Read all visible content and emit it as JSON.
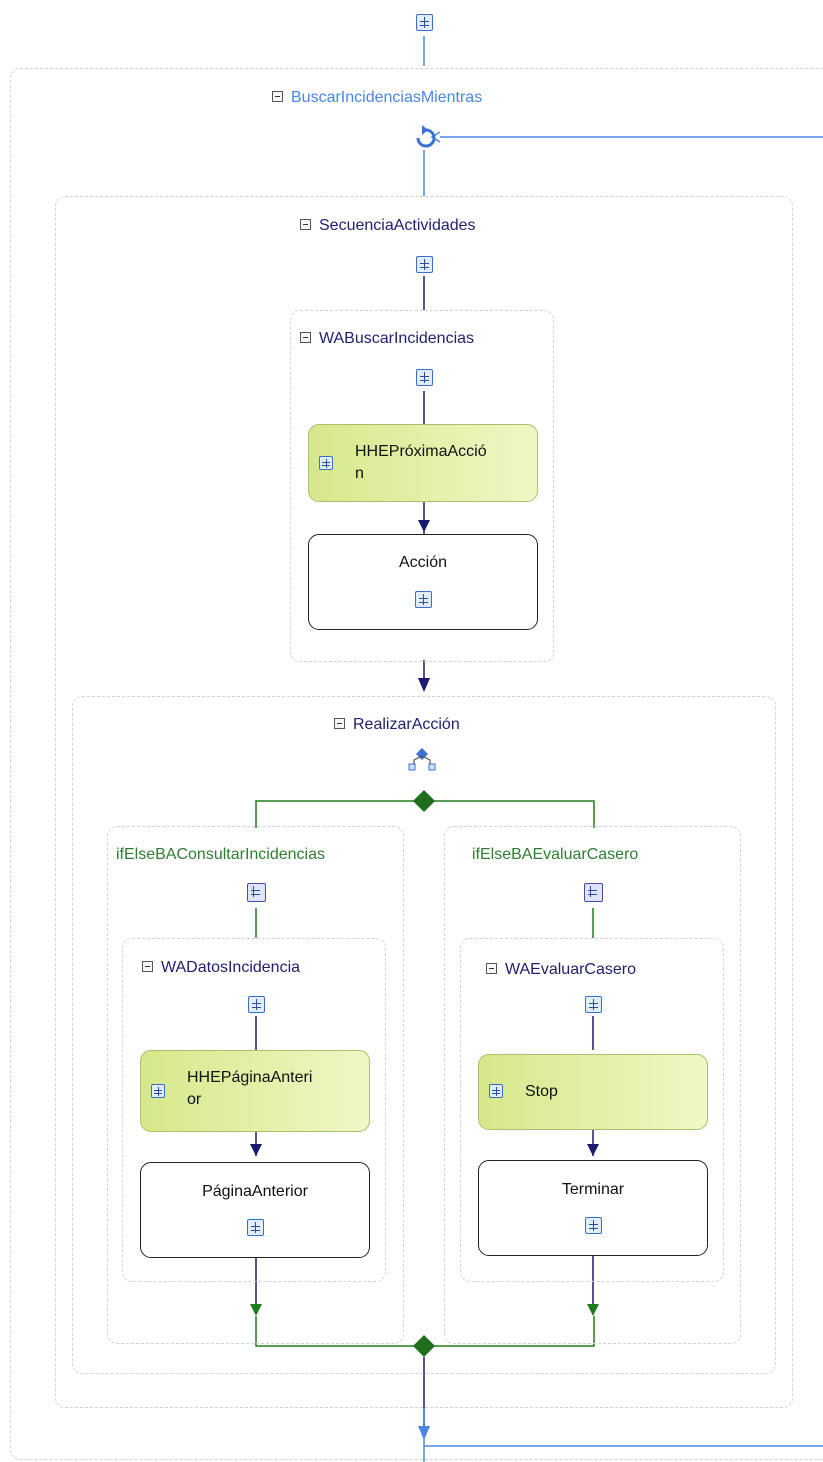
{
  "outer": {
    "title": "BuscarIncidenciasMientras"
  },
  "sequence": {
    "title": "SecuenciaActividades"
  },
  "listen": {
    "title": "WABuscarIncidencias",
    "handler_label_line1": "HHEPróximaAcció",
    "handler_label_line2": "n",
    "action_label": "Acción"
  },
  "ifelse": {
    "title": "RealizarAcción",
    "left_branch": {
      "title": "ifElseBAConsultarIncidencias",
      "inner_title": "WADatosIncidencia",
      "handler_label_line1": "HHEPáginaAnteri",
      "handler_label_line2": "or",
      "action_label": "PáginaAnterior"
    },
    "right_branch": {
      "title": "ifElseBAEvaluarCasero",
      "inner_title": "WAEvaluarCasero",
      "handler_label": "Stop",
      "action_label": "Terminar"
    }
  },
  "colors": {
    "loop_connector": "#4a86e8",
    "sequence_connector": "#1a1a6e",
    "branch_connector": "#1e7e1e",
    "handler_fill": "#d6e88a"
  }
}
